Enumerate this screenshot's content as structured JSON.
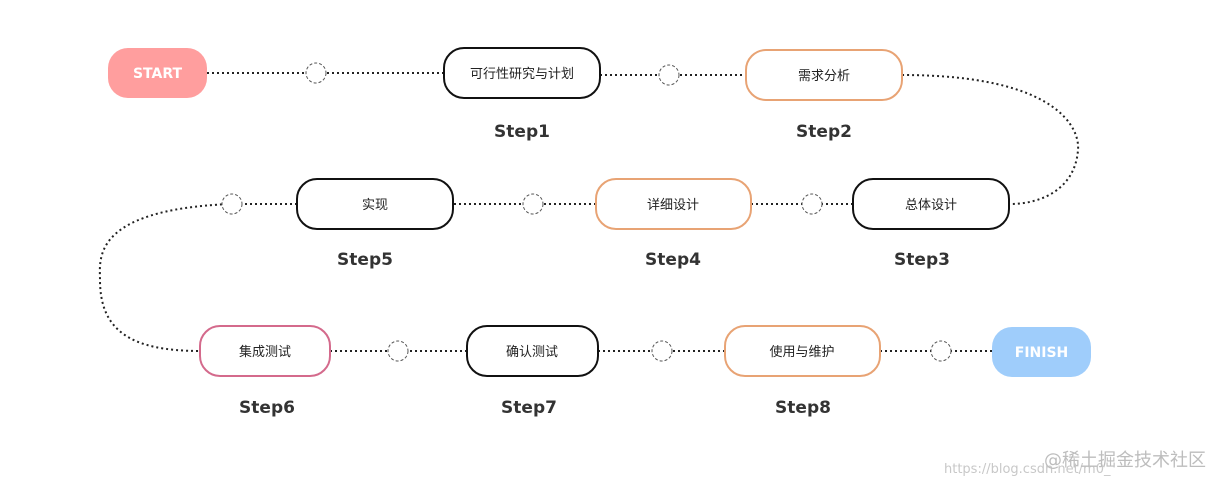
{
  "start": {
    "label": "START",
    "color": "#ff9e9e"
  },
  "finish": {
    "label": "FINISH",
    "color": "#9fcdfb"
  },
  "steps": [
    {
      "node_text": "可行性研究与计划",
      "step_label": "Step1",
      "border": "#111111"
    },
    {
      "node_text": "需求分析",
      "step_label": "Step2",
      "border": "#e8a374"
    },
    {
      "node_text": "总体设计",
      "step_label": "Step3",
      "border": "#111111"
    },
    {
      "node_text": "详细设计",
      "step_label": "Step4",
      "border": "#e8a374"
    },
    {
      "node_text": "实现",
      "step_label": "Step5",
      "border": "#111111"
    },
    {
      "node_text": "集成测试",
      "step_label": "Step6",
      "border": "#d46a8c"
    },
    {
      "node_text": "确认测试",
      "step_label": "Step7",
      "border": "#111111"
    },
    {
      "node_text": "使用与维护",
      "step_label": "Step8",
      "border": "#e8a374"
    }
  ],
  "watermark": {
    "url": "https://blog.csdn.net/m0_",
    "brand": "@稀土掘金技术社区"
  }
}
